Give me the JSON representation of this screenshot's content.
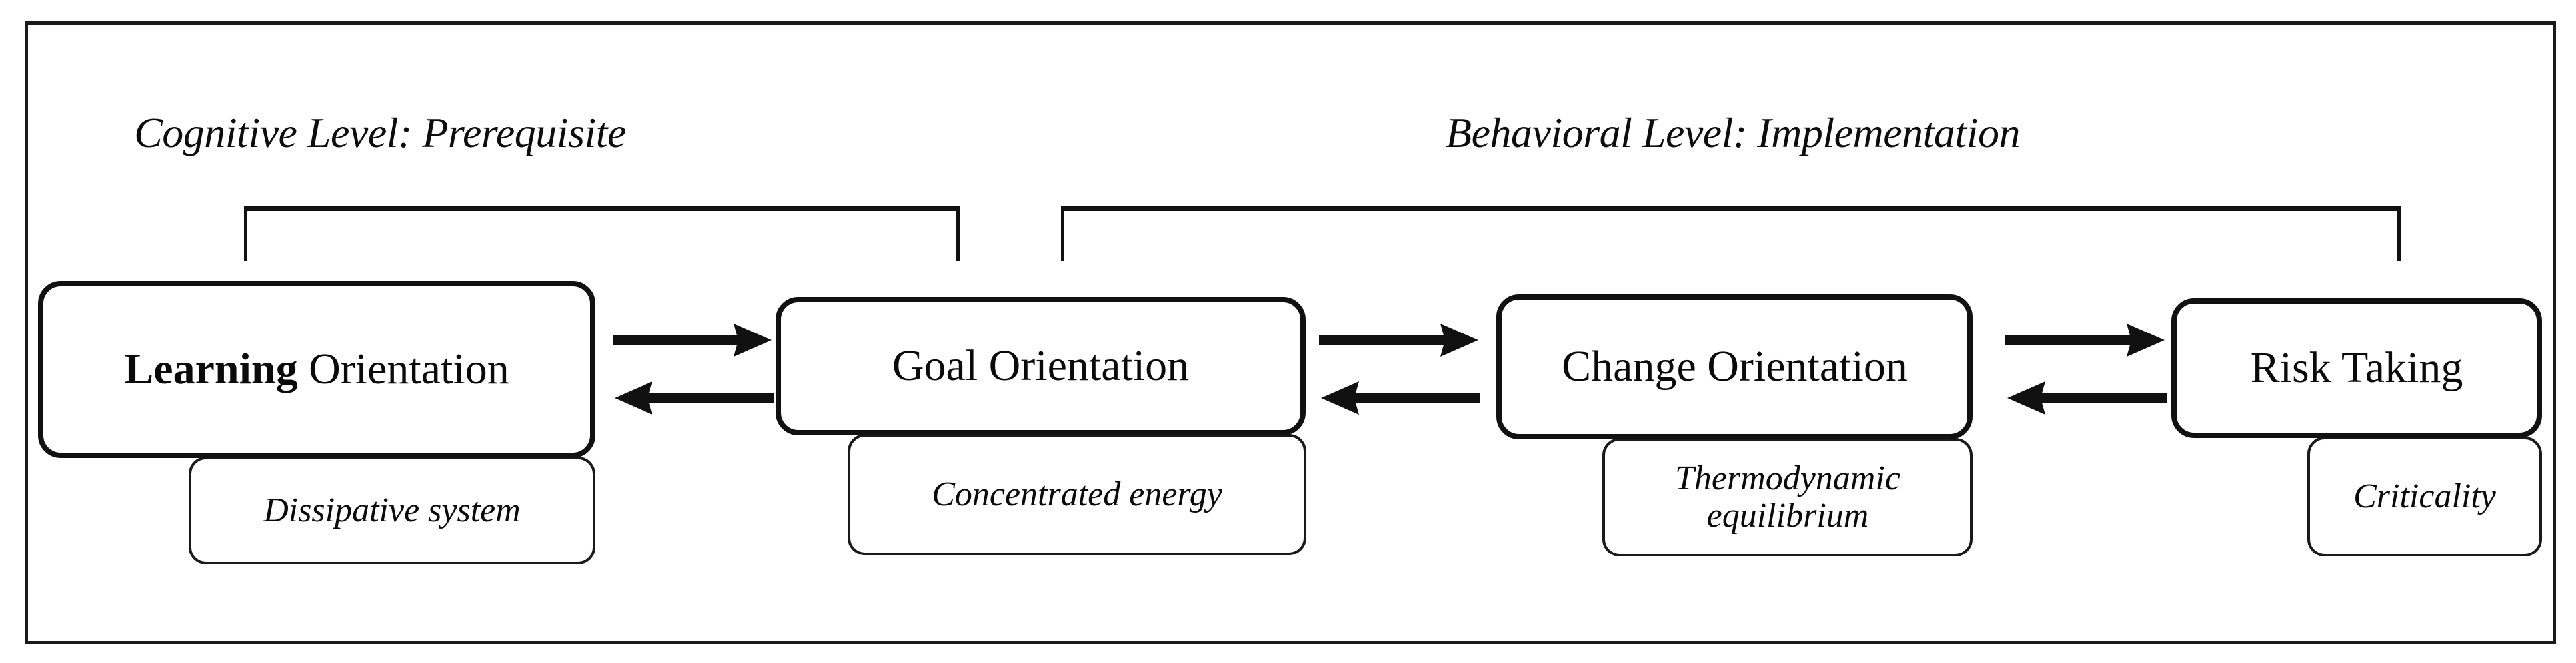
{
  "diagram": {
    "title_bands": [
      {
        "id": "cognitive",
        "label": "Cognitive Level: Prerequisite"
      },
      {
        "id": "behavioral",
        "label": "Behavioral Level: Implementation"
      }
    ],
    "nodes": [
      {
        "id": "learning-orientation",
        "label_strong": "Learning",
        "label_rest": " Orientation",
        "label_full": "Learning Orientation",
        "subtitle": "Dissipative system"
      },
      {
        "id": "goal-orientation",
        "label_strong": "",
        "label_rest": "Goal Orientation",
        "label_full": "Goal Orientation",
        "subtitle": "Concentrated energy"
      },
      {
        "id": "change-orientation",
        "label_strong": "",
        "label_rest": "Change Orientation",
        "label_full": "Change Orientation",
        "subtitle": "Thermodynamic\nequilibrium"
      },
      {
        "id": "risk-taking",
        "label_strong": "",
        "label_rest": "Risk Taking",
        "label_full": "Risk Taking",
        "subtitle": "Criticality"
      }
    ],
    "connectors": [
      {
        "id": "learning-goal",
        "from": "learning-orientation",
        "to": "goal-orientation",
        "style": "bidirectional"
      },
      {
        "id": "goal-change",
        "from": "goal-orientation",
        "to": "change-orientation",
        "style": "bidirectional"
      },
      {
        "id": "change-risk",
        "from": "change-orientation",
        "to": "risk-taking",
        "style": "bidirectional"
      }
    ],
    "colors": {
      "stroke": "#111111",
      "text": "#0a0a0a",
      "background": "#ffffff"
    }
  }
}
